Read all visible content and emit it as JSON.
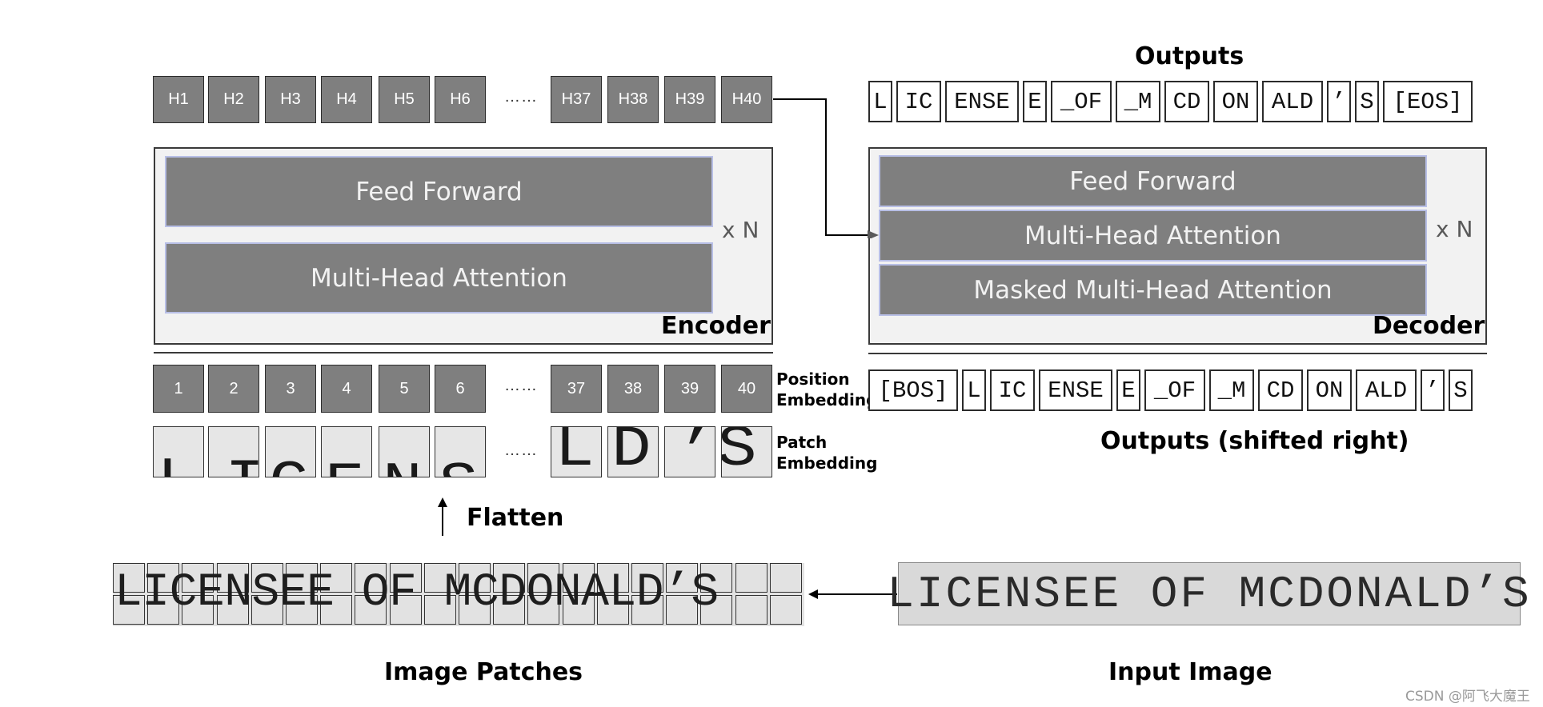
{
  "encoder": {
    "hidden_states": [
      "H1",
      "H2",
      "H3",
      "H4",
      "H5",
      "H6",
      "H37",
      "H38",
      "H39",
      "H40"
    ],
    "ellipsis": "……",
    "feed_forward": "Feed Forward",
    "attention": "Multi-Head Attention",
    "repeat": "x N",
    "label": "Encoder"
  },
  "decoder": {
    "feed_forward": "Feed Forward",
    "cross_attention": "Multi-Head Attention",
    "masked_attention": "Masked Multi-Head Attention",
    "repeat": "x N",
    "label": "Decoder"
  },
  "outputs": {
    "title": "Outputs",
    "tokens": [
      "L",
      "IC",
      "ENSE",
      "E",
      "_OF",
      "_M",
      "CD",
      "ON",
      "ALD",
      "’",
      "S",
      "[EOS]"
    ]
  },
  "outputs_shifted": {
    "title": "Outputs (shifted right)",
    "tokens": [
      "[BOS]",
      "L",
      "IC",
      "ENSE",
      "E",
      "_OF",
      "_M",
      "CD",
      "ON",
      "ALD",
      "’",
      "S"
    ]
  },
  "positions": {
    "values": [
      "1",
      "2",
      "3",
      "4",
      "5",
      "6",
      "37",
      "38",
      "39",
      "40"
    ],
    "ellipsis": "……",
    "label_line1": "Position",
    "label_line2": "Embedding"
  },
  "patches": {
    "glyphs": [
      "L",
      "I",
      "C",
      "E",
      "N",
      "S",
      "L",
      "D",
      "’",
      "S"
    ],
    "ellipsis": "……",
    "label_line1": "Patch",
    "label_line2": "Embedding"
  },
  "flatten": "Flatten",
  "image_patches": {
    "text": "LICENSEE OF MCDONALD’S",
    "label": "Image Patches"
  },
  "input_image": {
    "text": "LICENSEE OF MCDONALD’S",
    "label": "Input Image"
  },
  "watermark": "CSDN @阿飞大魔王",
  "colors": {
    "block_fill": "#7f7f7f",
    "block_border": "#b8bfe6",
    "panel_fill": "#f2f2f2",
    "token_border": "#2b2b2b"
  }
}
